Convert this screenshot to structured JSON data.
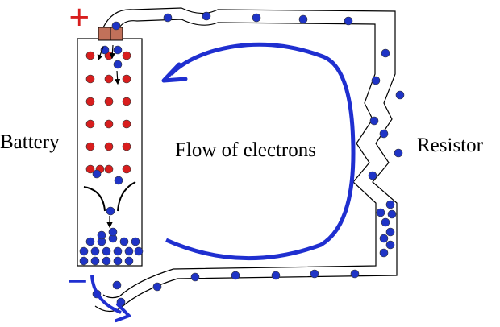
{
  "labels": {
    "battery": "Battery",
    "flow": "Flow of electrons",
    "resistor": "Resistor",
    "positive_terminal": "+",
    "negative_terminal": "−"
  },
  "colors": {
    "electron": "#1f34c6",
    "proton": "#d81e1e",
    "flow_arrow": "#1f2fd0",
    "terminal_cap": "#c1715a",
    "plus_sign": "#d81e1e",
    "minus_sign": "#1f2fd0",
    "wire": "#000000"
  }
}
